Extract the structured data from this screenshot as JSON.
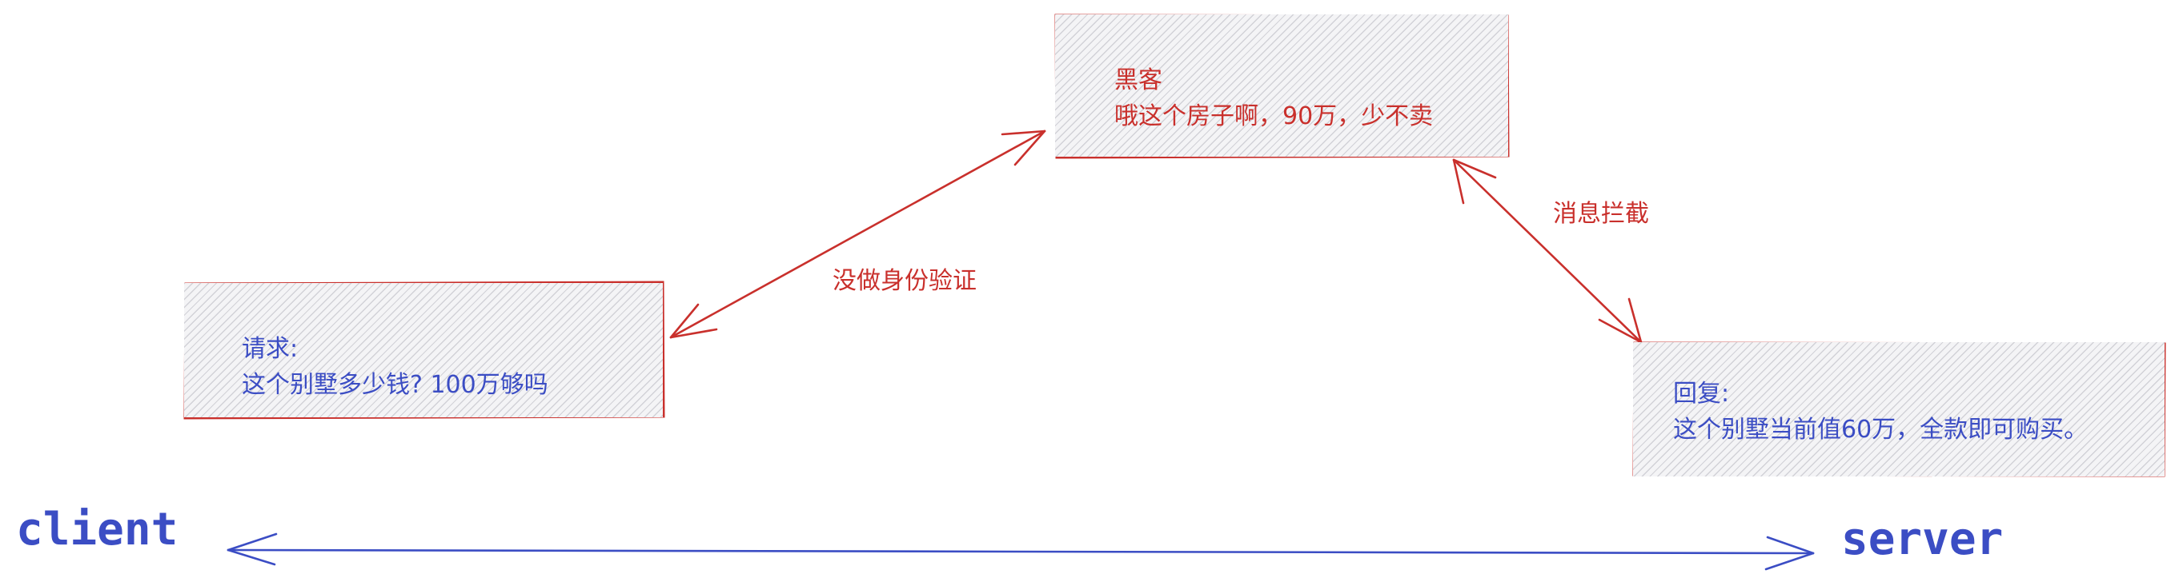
{
  "diagram": {
    "nodes": {
      "request": {
        "line1": "请求:",
        "line2": "这个别墅多少钱? 100万够吗"
      },
      "hacker": {
        "line1": "黑客",
        "line2": "哦这个房子啊，90万，少不卖"
      },
      "reply": {
        "line1": "回复:",
        "line2": "这个别墅当前值60万，全款即可购买。"
      }
    },
    "edges": {
      "no_auth": "没做身份验证",
      "intercept": "消息拦截"
    },
    "ends": {
      "client": "client",
      "server": "server"
    }
  },
  "colors": {
    "red": "#c9302c",
    "blue": "#3b4dc4",
    "hatch": "#9a9aa6"
  }
}
